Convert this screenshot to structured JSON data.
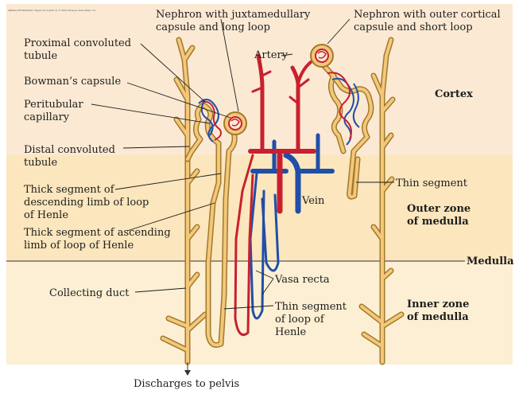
{
  "credit": "ANIMAL PHYSIOLOGY, Figure 27.4 (Part 1) © 2016 Sinauer Associates, Inc.",
  "labels": {
    "juxtamedullary_1": "Nephron with juxtamedullary",
    "juxtamedullary_2": "capsule and long loop",
    "cortical_1": "Nephron with outer cortical",
    "cortical_2": "capsule and short loop",
    "proximal_1": "Proximal convoluted",
    "proximal_2": "tubule",
    "bowman": "Bowman’s capsule",
    "peritubular_1": "Peritubular",
    "peritubular_2": "capillary",
    "artery": "Artery",
    "distal_1": "Distal convoluted",
    "distal_2": "tubule",
    "thick_desc_1": "Thick segment of",
    "thick_desc_2": "descending limb of loop",
    "thick_desc_3": "of Henle",
    "thick_asc_1": "Thick segment of ascending",
    "thick_asc_2": "limb of loop of Henle",
    "vein": "Vein",
    "thin_segment": "Thin segment",
    "collecting_duct": "Collecting duct",
    "vasa_recta": "Vasa recta",
    "thin_loop_1": "Thin segment",
    "thin_loop_2": "of loop of",
    "thin_loop_3": "Henle",
    "discharges": "Discharges to pelvis"
  },
  "zones": {
    "cortex": "Cortex",
    "outer_1": "Outer zone",
    "outer_2": "of medulla",
    "medulla": "Medulla",
    "inner_1": "Inner zone",
    "inner_2": "of medulla"
  },
  "colors": {
    "cortex_bg": "#fbe9d3",
    "outer_medulla_bg": "#fbe6bd",
    "inner_medulla_bg": "#fcefd3",
    "tubule_fill": "#f4c77b",
    "tubule_outline": "#a07a2c",
    "artery": "#c8202f",
    "vein": "#1f4fa8"
  }
}
